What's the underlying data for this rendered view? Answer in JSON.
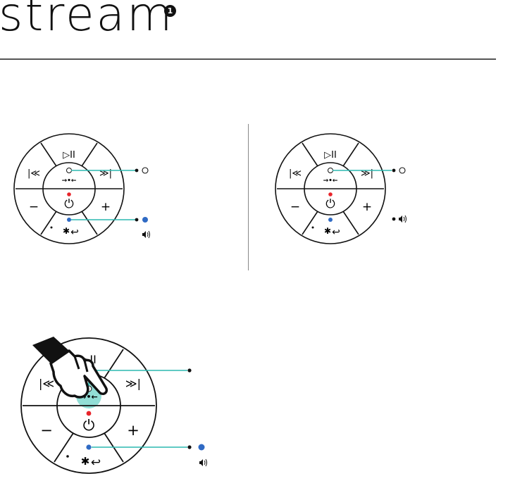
{
  "brand": {
    "name": "stream",
    "badge": "1"
  },
  "buttons": {
    "play_pause": "▷II",
    "previous": "|≪",
    "next": "≫|",
    "volume_down": "−",
    "volume_up": "+",
    "link_symbol": "→•←",
    "power_symbol": "⏻",
    "bluetooth_symbol": "✱",
    "call_symbol": "↩"
  },
  "colors": {
    "line": "#111111",
    "leader": "#2bb8b0",
    "red_led": "#e8242a",
    "blue_led": "#2f6ac4",
    "highlight": "#7fd8cf"
  },
  "icons": {
    "speaker": "speaker-volume-icon",
    "hand": "pointing-hand-icon"
  }
}
